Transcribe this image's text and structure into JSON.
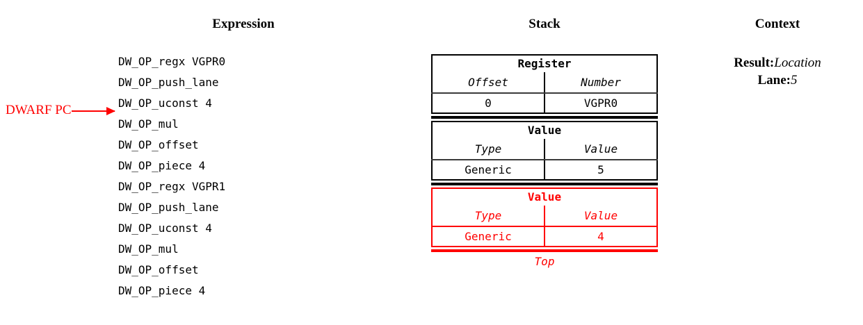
{
  "headings": {
    "expression": "Expression",
    "stack": "Stack",
    "context": "Context"
  },
  "pointer": {
    "label": "DWARF PC",
    "icon": "right-arrow-icon",
    "color": "#ff0000",
    "points_before_line_index": 3
  },
  "expression": {
    "lines": [
      "DW_OP_regx VGPR0",
      "DW_OP_push_lane",
      "DW_OP_uconst 4",
      "DW_OP_mul",
      "DW_OP_offset",
      "DW_OP_piece 4",
      "DW_OP_regx VGPR1",
      "DW_OP_push_lane",
      "DW_OP_uconst 4",
      "DW_OP_mul",
      "DW_OP_offset",
      "DW_OP_piece 4"
    ]
  },
  "stack": {
    "top_caption": "Top",
    "highlight_color": "#ff0000",
    "entries": [
      {
        "title": "Register",
        "columns": [
          "Offset",
          "Number"
        ],
        "values": [
          "0",
          "VGPR0"
        ],
        "highlighted": false
      },
      {
        "title": "Value",
        "columns": [
          "Type",
          "Value"
        ],
        "values": [
          "Generic",
          "5"
        ],
        "highlighted": false
      },
      {
        "title": "Value",
        "columns": [
          "Type",
          "Value"
        ],
        "values": [
          "Generic",
          "4"
        ],
        "highlighted": true
      }
    ]
  },
  "context": {
    "rows": [
      {
        "key": "Result:",
        "value": "Location"
      },
      {
        "key": "Lane:",
        "value": "5"
      }
    ]
  }
}
